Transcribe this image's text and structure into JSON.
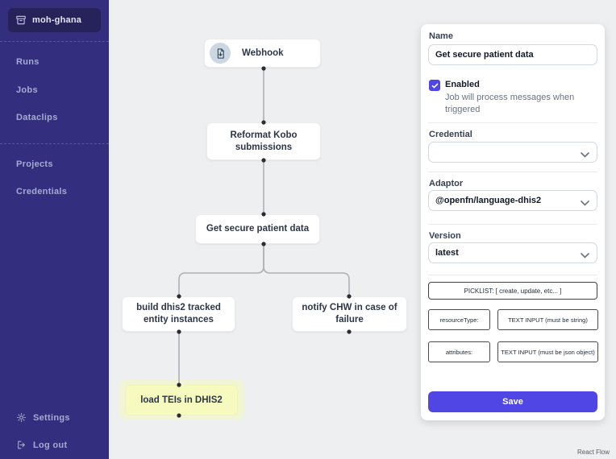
{
  "sidebar": {
    "project": "moh-ghana",
    "items": [
      "Runs",
      "Jobs",
      "Dataclips",
      "Projects",
      "Credentials"
    ],
    "footer_items": [
      "Settings",
      "Log out"
    ]
  },
  "canvas": {
    "nodes": [
      {
        "label": "Webhook",
        "selected": false
      },
      {
        "label": "Reformat Kobo submissions",
        "selected": false
      },
      {
        "label": "Get secure patient data",
        "selected": false
      },
      {
        "label": "build dhis2 tracked entity instances",
        "selected": false
      },
      {
        "label": "notify CHW in case of failure",
        "selected": false
      },
      {
        "label": "load TEIs in DHIS2",
        "selected": true
      }
    ],
    "attribution": "React Flow"
  },
  "inspector": {
    "name_label": "Name",
    "name_value": "Get secure patient data",
    "enabled_label": "Enabled",
    "enabled_checked": true,
    "enabled_description": "Job will process messages when triggered",
    "credential_label": "Credential",
    "credential_value": "",
    "adaptor_label": "Adaptor",
    "adaptor_value": "@openfn/language-dhis2",
    "version_label": "Version",
    "version_value": "latest",
    "picklist_placeholder": "PICKLIST: [ create, update, etc... ]",
    "fields": [
      {
        "key": "resourceType:",
        "input": "TEXT INPUT (must be string)"
      },
      {
        "key": "attributes:",
        "input": "TEXT INPUT (must be json object)"
      }
    ],
    "save_label": "Save"
  },
  "colors": {
    "accent": "#4F46E5",
    "sidebar_bg": "#332E7D",
    "canvas_bg": "#EEEFF1",
    "selected_node_bg": "#F6FABF",
    "edge": "#AFAFB6"
  }
}
